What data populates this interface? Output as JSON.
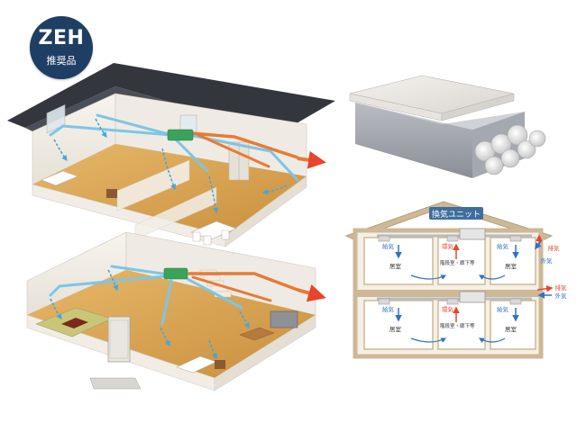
{
  "badge": {
    "title": "ZEH",
    "subtitle": "推奨品"
  },
  "diagram": {
    "unit_label": "換気ユニット",
    "floors": [
      {
        "rooms": [
          {
            "flow": "給気",
            "name": "居室"
          },
          {
            "flow": "環気",
            "name": "階段室・廊下等"
          },
          {
            "flow": "給気",
            "name": "居室"
          }
        ],
        "outside": [
          "排気",
          "外気"
        ]
      },
      {
        "rooms": [
          {
            "flow": "給気",
            "name": "居室"
          },
          {
            "flow": "環気",
            "name": "階段室・廊下等"
          },
          {
            "flow": "給気",
            "name": "居室"
          }
        ],
        "outside": [
          "排気",
          "外気"
        ]
      }
    ]
  },
  "colors": {
    "badge": "#1e3f63",
    "supply_duct": "#7cc6e6",
    "exhaust_duct": "#e87a35",
    "unit_green": "#3aa35a",
    "floor_wood": "#d9a85a",
    "diagram_wall": "#cdb897",
    "diagram_wall_fill": "#f5efe4",
    "exhaust_arrow": "#e8452c",
    "supply_arrow": "#2f74c0"
  },
  "icons": [
    "up-arrow-icon",
    "down-arrow-icon",
    "duct-fitting-icon"
  ]
}
